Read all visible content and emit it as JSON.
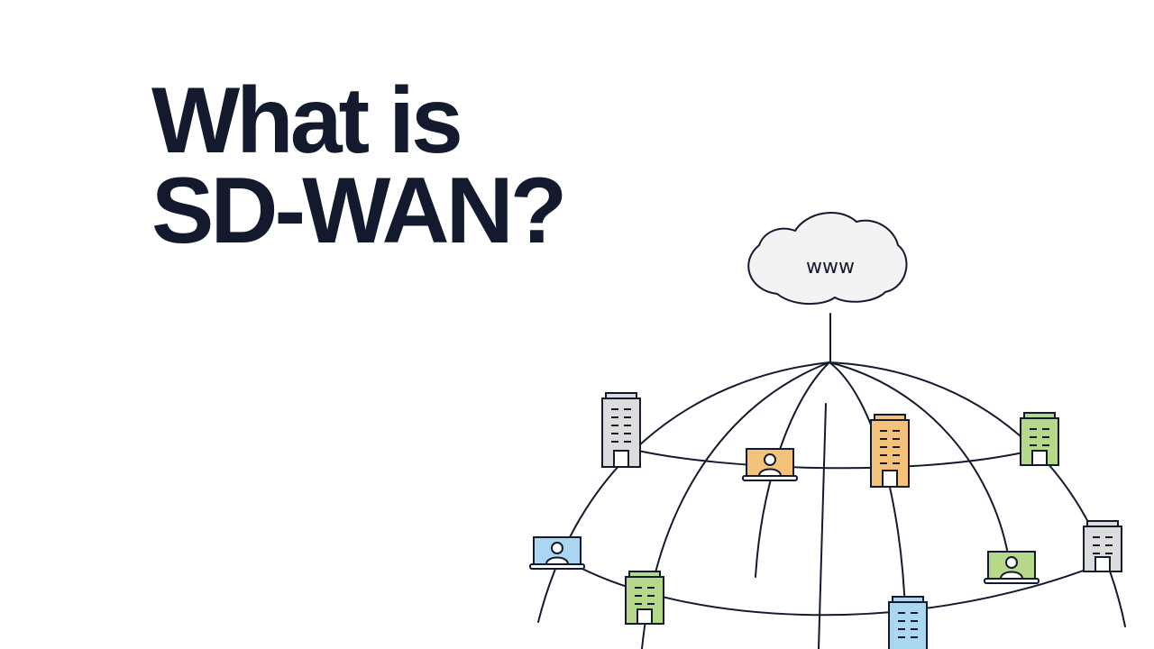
{
  "title": {
    "line1": "What is",
    "line2": "SD-WAN?"
  },
  "cloud": {
    "label": "www",
    "icon": "cloud-icon"
  },
  "colors": {
    "ink": "#141a2e",
    "gray": "#dcdcdc",
    "orange": "#f5c27a",
    "green": "#b5d88a",
    "blue": "#a9d6f1"
  },
  "nodes": [
    {
      "kind": "building",
      "color": "gray"
    },
    {
      "kind": "laptop",
      "color": "orange"
    },
    {
      "kind": "building",
      "color": "orange"
    },
    {
      "kind": "building",
      "color": "green"
    },
    {
      "kind": "laptop",
      "color": "blue"
    },
    {
      "kind": "building",
      "color": "green"
    },
    {
      "kind": "building",
      "color": "blue"
    },
    {
      "kind": "laptop",
      "color": "green"
    },
    {
      "kind": "building",
      "color": "gray"
    }
  ]
}
